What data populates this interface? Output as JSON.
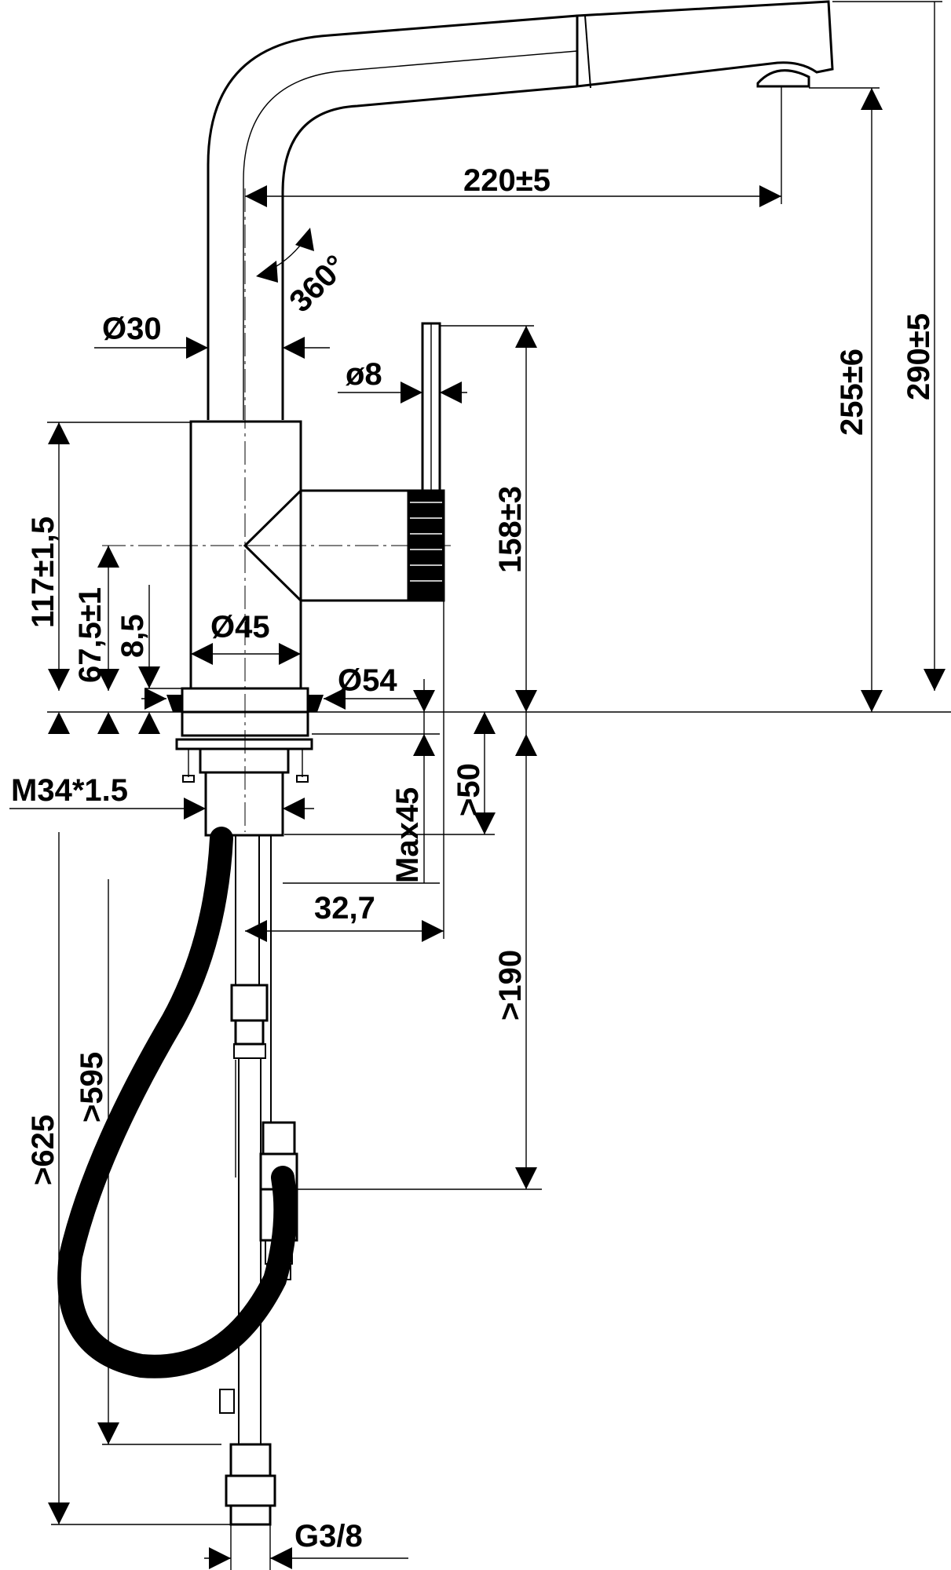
{
  "dimensions": {
    "spout_reach": "220±5",
    "rotation": "360°",
    "spout_diameter": "Ø30",
    "lever_diameter": "ø8",
    "body_height_total": "255±6",
    "overall_height": "290±5",
    "lever_height": "158±3",
    "body_height": "117±1,5",
    "lever_axis_height": "67,5±1",
    "base_height": "8,5",
    "body_diameter": "Ø45",
    "base_diameter": "Ø54",
    "thread": "M34*1.5",
    "min_hole_depth": ">50",
    "max_counter_thickness": "Max45",
    "offset": "32,7",
    "min_depth_below": ">190",
    "hose_length_1": ">595",
    "hose_length_2": ">625",
    "connection_thread": "G3/8"
  }
}
